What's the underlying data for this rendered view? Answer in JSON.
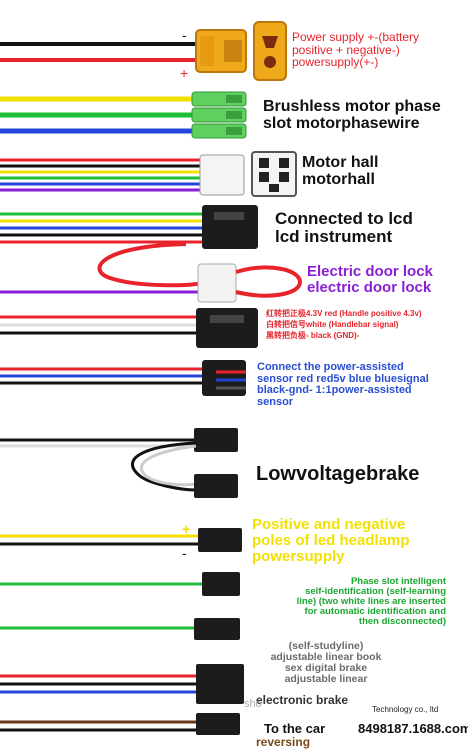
{
  "colors": {
    "red": "#e8232b",
    "black": "#111111",
    "yellow": "#f2e100",
    "green": "#1fbf3a",
    "blue": "#2446d8",
    "purple": "#8a1fd6",
    "brown": "#6b3a1a",
    "white": "#dddddd"
  },
  "symbols": {
    "minus": "-",
    "plus": "+"
  },
  "labels": {
    "power": [
      "Power supply +-(battery",
      "positive + negative-)",
      "powersupply(+-)"
    ],
    "motor_phase": [
      "Brushless motor phase",
      "slot motorphasewire"
    ],
    "hall": [
      "Motor hall",
      "motorhall"
    ],
    "lcd": [
      "Connected to lcd",
      "lcd instrument"
    ],
    "door_lock": [
      "Electric door lock",
      "electric door lock"
    ],
    "handlebar": [
      "红转把正极4.3V red (Handle positive 4.3v)",
      "白转把信号white (Handlebar signal)",
      "黑转把负极- black (GND)-"
    ],
    "assist": [
      "Connect the power-assisted",
      "sensor red red5v blue bluesignal",
      "black-gnd- 1:1power-assisted",
      "sensor"
    ],
    "brake": "Lowvoltagebrake",
    "headlamp": [
      "Positive and negative",
      "poles of led headlamp",
      "powersupply"
    ],
    "phase_learning": [
      "Phase slot intelligent",
      "self-identification (self-learning",
      "line) (two white lines are inserted",
      "for automatic identification and",
      "then disconnected)"
    ],
    "studyline": [
      "(self-studyline)",
      "adjustable linear book",
      "sex digital brake",
      "adjustable linear"
    ],
    "ebrake": "electronic brake",
    "reversing": [
      "To the car",
      "reversing"
    ],
    "watermark_left": "sho",
    "watermark_right": "Technology co., ltd",
    "watermark_url": "8498187.1688.com"
  }
}
